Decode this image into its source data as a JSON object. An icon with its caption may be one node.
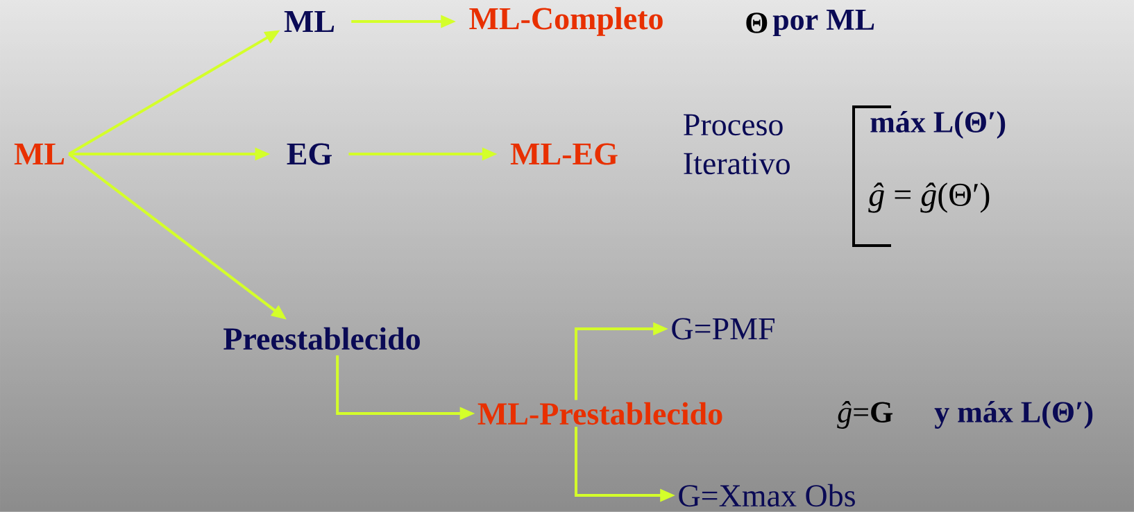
{
  "diagram": {
    "nodes": [
      {
        "text": [
          "ML"
        ]
      },
      {
        "text": [
          "ML"
        ]
      },
      {
        "text": [
          "ML-Completo"
        ]
      },
      {
        "text": [
          "EG"
        ]
      },
      {
        "text": [
          "ML-EG"
        ]
      },
      {
        "text": [
          "Preestablecido"
        ]
      },
      {
        "text": [
          "ML-Prestablecido"
        ]
      },
      {
        "text": [
          "G=PMF"
        ]
      },
      {
        "text": [
          "G=Xmax Obs"
        ]
      }
    ],
    "edges": [
      {
        "from": 0,
        "to": 1,
        "arrow": "to"
      },
      {
        "from": 0,
        "to": 3,
        "arrow": "to"
      },
      {
        "from": 0,
        "to": 5,
        "arrow": "to"
      },
      {
        "from": 1,
        "to": 2,
        "arrow": "to"
      },
      {
        "from": 3,
        "to": 4,
        "arrow": "to"
      },
      {
        "from": 5,
        "to": 6,
        "arrow": "to"
      },
      {
        "from": 6,
        "to": 7,
        "arrow": "to"
      },
      {
        "from": 6,
        "to": 8,
        "arrow": "to"
      }
    ],
    "labels": [
      "Θ",
      "por ML",
      "Proceso Iterativo",
      "máx L(Θ′)",
      "*ĝ* = *ĝ*(Θ′)",
      "*ĝ*=**G**",
      "y máx L(Θ′)"
    ]
  }
}
